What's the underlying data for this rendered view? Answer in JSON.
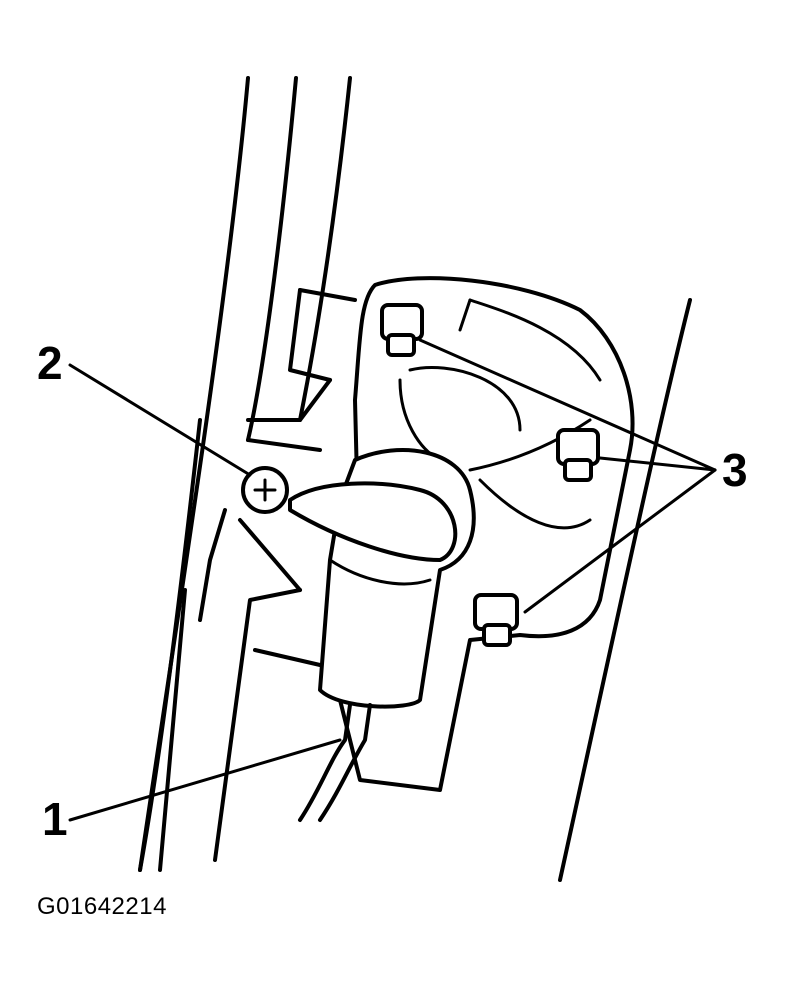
{
  "diagram": {
    "callouts": [
      {
        "id": "1",
        "label": "1"
      },
      {
        "id": "2",
        "label": "2"
      },
      {
        "id": "3",
        "label": "3"
      }
    ],
    "figure_code": "G01642214"
  }
}
